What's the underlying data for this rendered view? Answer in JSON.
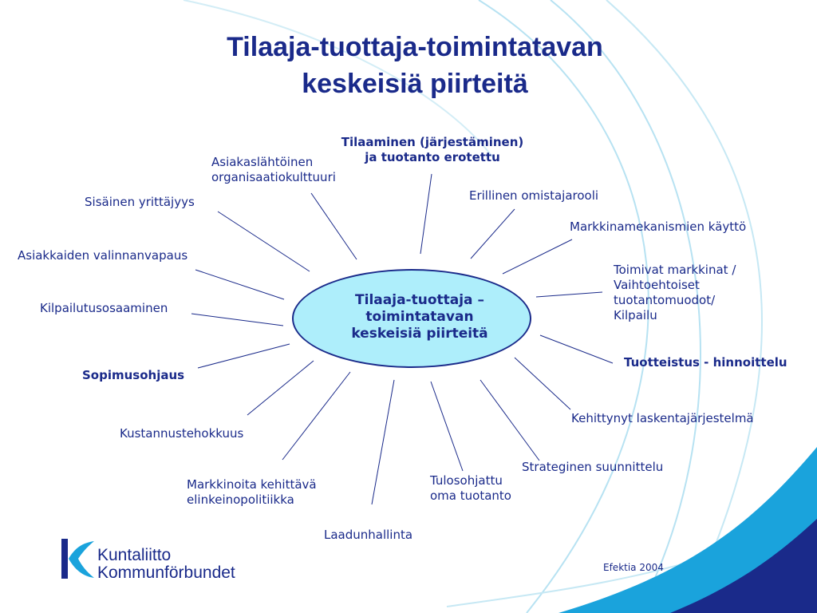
{
  "title_line1": "Tilaaja-tuottaja-toimintatavan",
  "title_line2": "keskeisiä piirteitä",
  "hub": {
    "line1": "Tilaaja-tuottaja –",
    "line2": "toimintatavan",
    "line3": "keskeisiä piirteitä"
  },
  "labels": {
    "tilaaminen_1": "Tilaaminen (järjestäminen)",
    "tilaaminen_2": "ja tuotanto erotettu",
    "asiakaslahtoinen_1": "Asiakaslähtöinen",
    "asiakaslahtoinen_2": "organisaatiokulttuuri",
    "sisainen": "Sisäinen yrittäjyys",
    "valinnanvapaus": "Asiakkaiden valinnanvapaus",
    "kilpailutus": "Kilpailutusosaaminen",
    "sopimusohjaus": "Sopimusohjaus",
    "kustannus": "Kustannustehokkuus",
    "markkinoita_1": "Markkinoita kehittävä",
    "markkinoita_2": "elinkeinopolitiikka",
    "laadunhallinta": "Laadunhallinta",
    "tulos_1": "Tulosohjattu",
    "tulos_2": "oma tuotanto",
    "strateginen": "Strateginen suunnittelu",
    "kehittynyt": "Kehittynyt laskentajärjestelmä",
    "tuotteistus": "Tuotteistus - hinnoittelu",
    "toimivat_1": "Toimivat markkinat /",
    "toimivat_2": "Vaihtoehtoiset",
    "toimivat_3": "tuotantomuodot/",
    "toimivat_4": "Kilpailu",
    "markkinamekanismien": "Markkinamekanismien käyttö",
    "erillinen": "Erillinen omistajarooli"
  },
  "logo": {
    "line1": "Kuntaliitto",
    "line2": "Kommunförbundet"
  },
  "footer_note": "Efektia 2004",
  "colors": {
    "text": "#1a2a8a",
    "hub_fill": "#aeeefb",
    "corner_light": "#1aa3dc",
    "corner_dark": "#1a2a8a",
    "arc": "#a8dcef"
  }
}
